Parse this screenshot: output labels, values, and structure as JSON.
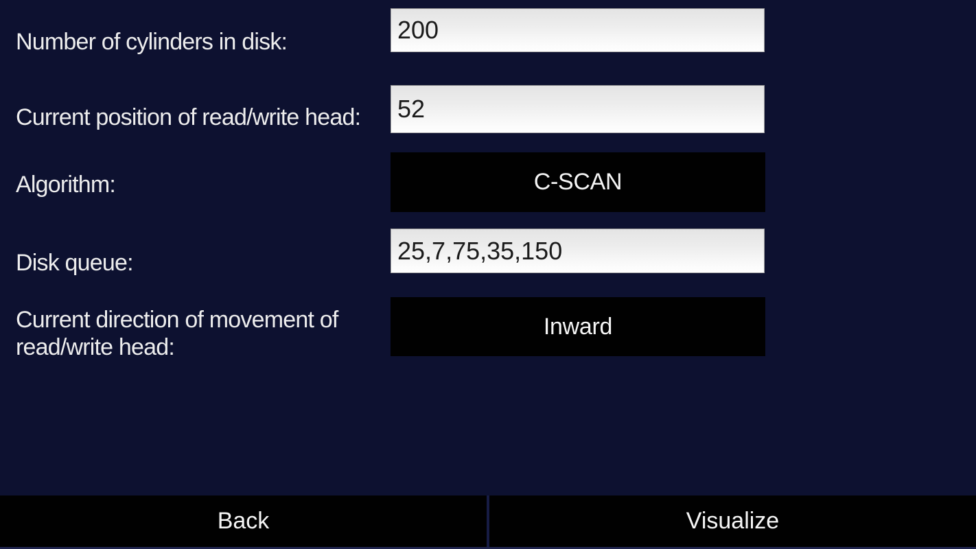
{
  "app": {
    "background_color": "#0d1130",
    "label_color": "#ededed",
    "button_color": "#010101",
    "button_text_color": "#f5f5f5",
    "field_text_color": "#1b1b1b"
  },
  "form": {
    "fields": [
      {
        "label": "Number of cylinders in disk:",
        "value": "200",
        "type": "input"
      },
      {
        "label": "Current position of read/write head:",
        "value": "52",
        "type": "input"
      },
      {
        "label": "Algorithm:",
        "value": "C-SCAN",
        "type": "selector-button"
      },
      {
        "label": "Disk queue:",
        "value": "25,7,75,35,150",
        "type": "input"
      },
      {
        "label": "Current direction of movement of read/write head:",
        "value": "Inward",
        "type": "selector-button"
      }
    ]
  },
  "footer": {
    "back_label": "Back",
    "visualize_label": "Visualize"
  }
}
